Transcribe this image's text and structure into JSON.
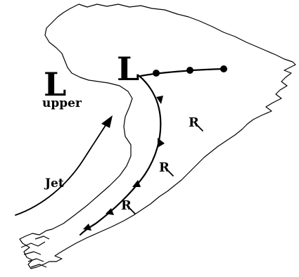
{
  "labels": {
    "low_main": "L",
    "low_upper": "L",
    "low_upper_sub": "upper",
    "jet": "Jet",
    "r_markers": [
      "R",
      "R",
      "R"
    ]
  },
  "colors": {
    "ink": "#000000",
    "background": "#ffffff"
  },
  "icons": {
    "cold_front": "triangle-front-symbol",
    "warm_front": "semicircle-front-symbol",
    "jet_arrow": "arrow-icon",
    "rain_marker": "r-arrow-icon"
  }
}
